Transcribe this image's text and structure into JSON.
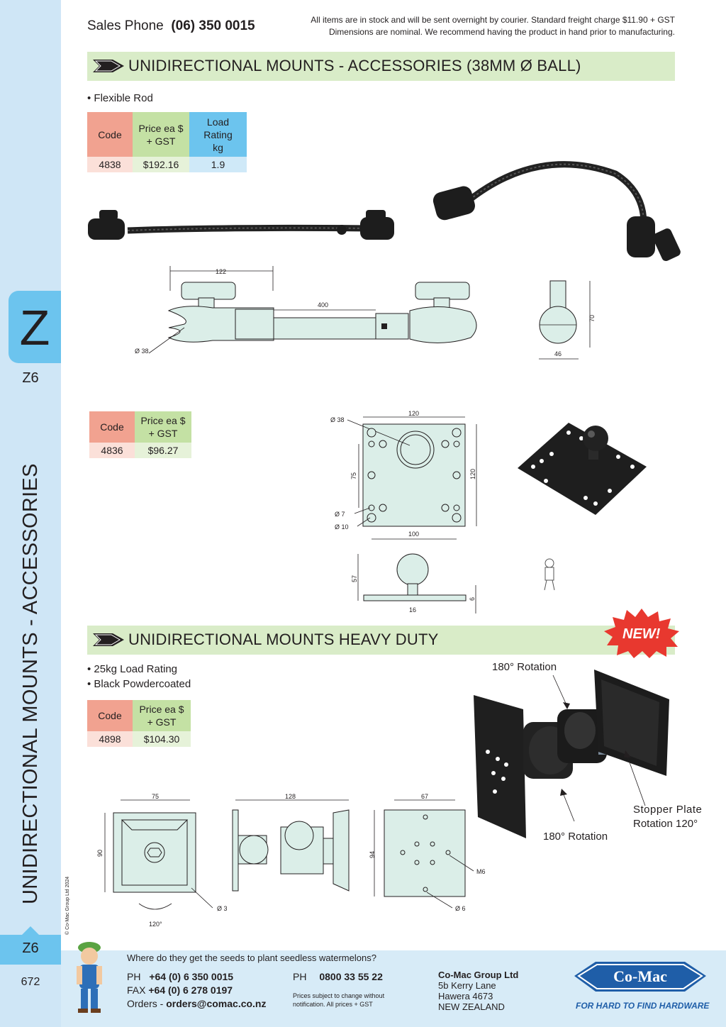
{
  "header": {
    "sales_label": "Sales Phone",
    "sales_phone": "(06) 350 0015",
    "freight_line1": "All items are in stock and will be sent overnight by courier. Standard freight charge $11.90 + GST",
    "freight_line2": "Dimensions are nominal. We recommend having the product in hand prior to manufacturing."
  },
  "sidebar": {
    "letter": "Z",
    "sub": "Z6",
    "vertical_title": "UNIDIRECTIONAL MOUNTS - ACCESSORIES",
    "copyright": "© Co-Mac Group Ltd 2024",
    "bottom_tab": "Z6",
    "page_number": "672"
  },
  "section1": {
    "title": "UNIDIRECTIONAL MOUNTS - ACCESSORIES (38MM Ø BALL)",
    "bullet": "• Flexible Rod",
    "table": {
      "headers": [
        "Code",
        "Price ea $ + GST",
        "Load Rating kg"
      ],
      "row": [
        "4838",
        "$192.16",
        "1.9"
      ]
    },
    "rod_dims": {
      "a": "122",
      "b": "400",
      "ball": "Ø 38",
      "h": "70",
      "w": "46"
    },
    "table2": {
      "headers": [
        "Code",
        "Price ea $ + GST"
      ],
      "row": [
        "4836",
        "$96.27"
      ]
    },
    "plate_dims": {
      "ball": "Ø 38",
      "w": "120",
      "h": "120",
      "v": "75",
      "hole7": "Ø 7",
      "hole10": "Ø 10",
      "bottom": "100",
      "height": "57",
      "thick": "6",
      "neck": "16"
    }
  },
  "section2": {
    "title": "UNIDIRECTIONAL MOUNTS HEAVY DUTY",
    "badge": "NEW!",
    "bullets": [
      "• 25kg Load Rating",
      "• Black Powdercoated"
    ],
    "table": {
      "headers": [
        "Code",
        "Price ea $ + GST"
      ],
      "row": [
        "4898",
        "$104.30"
      ]
    },
    "callouts": {
      "top": "180° Rotation",
      "bottom": "180° Rotation",
      "stopper1": "Stopper Plate",
      "stopper2": "Rotation 120°"
    },
    "dims": {
      "w1": "75",
      "h1": "90",
      "d3": "Ø 3",
      "angle": "120°",
      "w2": "128",
      "w3": "67",
      "h3": "94",
      "m6": "M6",
      "d6": "Ø 6"
    }
  },
  "footer": {
    "riddle": "Where do they get the seeds to plant seedless watermelons?",
    "ph_label": "PH",
    "ph": "+64 (0) 6 350 0015",
    "fax_label": "FAX",
    "fax": "+64 (0) 6 278 0197",
    "orders_label": "Orders -",
    "orders": "orders@comac.co.nz",
    "ph2_label": "PH",
    "ph2": "0800 33 55 22",
    "note1": "Prices subject to change without",
    "note2": "notification. All prices + GST",
    "company": "Co-Mac Group Ltd",
    "addr1": "5b Kerry Lane",
    "addr2": "Hawera 4673",
    "addr3": "NEW ZEALAND",
    "logo": "Co-Mac",
    "tagline": "FOR HARD TO FIND HARDWARE"
  },
  "colors": {
    "sidebar": "#cfe6f6",
    "tab": "#6cc4ee",
    "section_bar": "#d9ecc8",
    "code_header": "#f1a290",
    "price_header": "#c4e1a4",
    "load_header": "#6cc4ee",
    "badge": "#e8382f",
    "logo_blue": "#1f5ea8"
  }
}
